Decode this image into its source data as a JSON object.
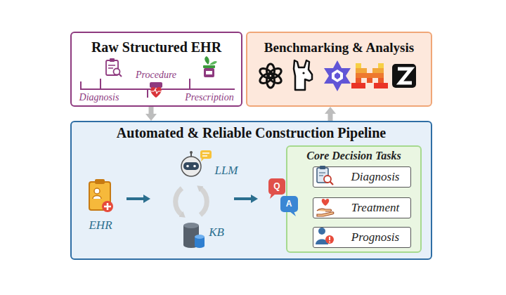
{
  "diagram": {
    "nodes": [
      {
        "text": [
          "Raw Structured EHR"
        ]
      },
      {
        "text": [
          "Benchmarking & Analysis"
        ]
      },
      {
        "text": [
          "Automated & Reliable Construction Pipeline"
        ]
      },
      {
        "text": [
          "Core Decision Tasks"
        ],
        "in": 2
      },
      {
        "text": [
          "Diagnosis"
        ],
        "in": 3
      },
      {
        "text": [
          "Treatment"
        ],
        "in": 3
      },
      {
        "text": [
          "Prognosis"
        ],
        "in": 3
      }
    ],
    "edges": [
      {
        "from": 0,
        "to": 2,
        "arrow": "to"
      },
      {
        "from": 2,
        "to": 1,
        "arrow": "to"
      }
    ],
    "labels": [
      "Procedure",
      "Diagnosis",
      "Prescription",
      "EHR",
      "LLM",
      "KB",
      "Q",
      "A"
    ]
  }
}
